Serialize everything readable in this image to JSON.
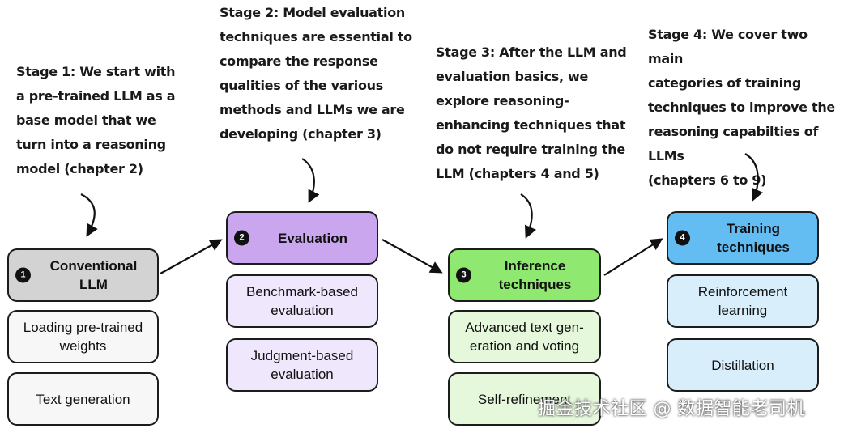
{
  "stages": [
    {
      "caption": "Stage 1: We start with\na pre-trained LLM as a\nbase model that we\nturn into a reasoning\nmodel (chapter 2)",
      "number": "1",
      "head": "Conventional\nLLM",
      "items": [
        "Loading pre-trained\nweights",
        "Text generation"
      ],
      "head_color": "#d3d3d3",
      "item_color": "#f7f7f7"
    },
    {
      "caption": "Stage 2: Model evaluation\ntechniques are essential to\ncompare the response\nqualities of the various\nmethods and LLMs we are\ndeveloping (chapter 3)",
      "number": "2",
      "head": "Evaluation",
      "items": [
        "Benchmark-based\nevaluation",
        "Judgment-based\nevaluation"
      ],
      "head_color": "#c9a6ee",
      "item_color": "#efe7fb"
    },
    {
      "caption": "Stage 3: After the LLM and\nevaluation basics, we\nexplore reasoning-\nenhancing techniques that\ndo not require training the\nLLM (chapters 4 and 5)",
      "number": "3",
      "head": "Inference\ntechniques",
      "items": [
        "Advanced text gen-\neration and voting",
        "Self-refinement"
      ],
      "head_color": "#8fe870",
      "item_color": "#e5f8dc"
    },
    {
      "caption": "Stage 4: We cover two main\ncategories of training\ntechniques to improve the\nreasoning capabilties of LLMs\n(chapters 6 to 9)",
      "number": "4",
      "head": "Training\ntechniques",
      "items": [
        "Reinforcement\nlearning",
        "Distillation"
      ],
      "head_color": "#63bdf3",
      "item_color": "#d8eefb"
    }
  ],
  "watermark": "掘金技术社区 @ 数据智能老司机"
}
